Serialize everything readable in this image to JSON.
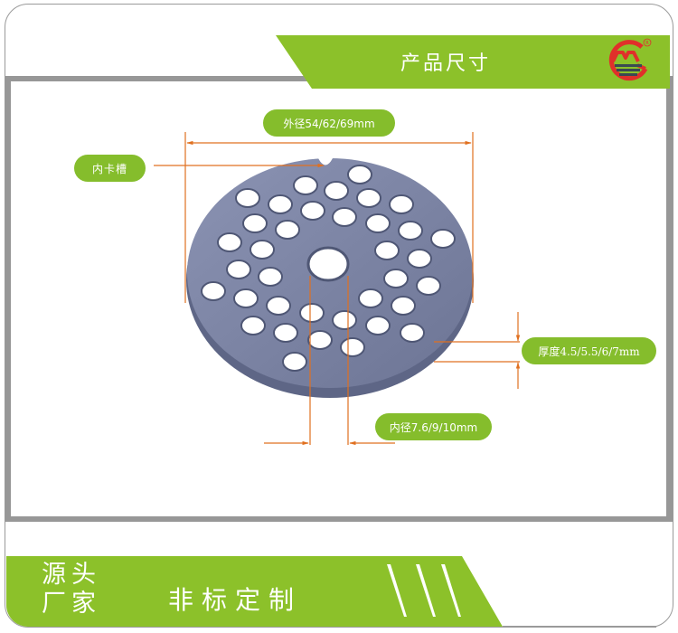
{
  "header": {
    "title": "产品尺寸",
    "logo": {
      "icon": "brand-logo-icon",
      "registered_mark": "®",
      "colors": {
        "ring": "#e0302a",
        "bars": "#3a4a52"
      }
    }
  },
  "annotations": {
    "outer_diameter": "外径54/62/69mm",
    "inner_slot": "内卡槽",
    "thickness": "厚度4.5/5.5/6/7mm",
    "inner_diameter": "内径7.6/9/10mm"
  },
  "product": {
    "name": "meat-grinder-plate",
    "hole_count": 40,
    "center_hole": true
  },
  "footer": {
    "brand_line1": "源头",
    "brand_line2": "厂家",
    "tagline": "非标定制",
    "decoration": "slash-icon"
  },
  "colors": {
    "accent_green": "#8cc12a",
    "frame_gray": "#979797",
    "dimension_orange": "#e07020",
    "plate_steel": "#7f88a8"
  }
}
